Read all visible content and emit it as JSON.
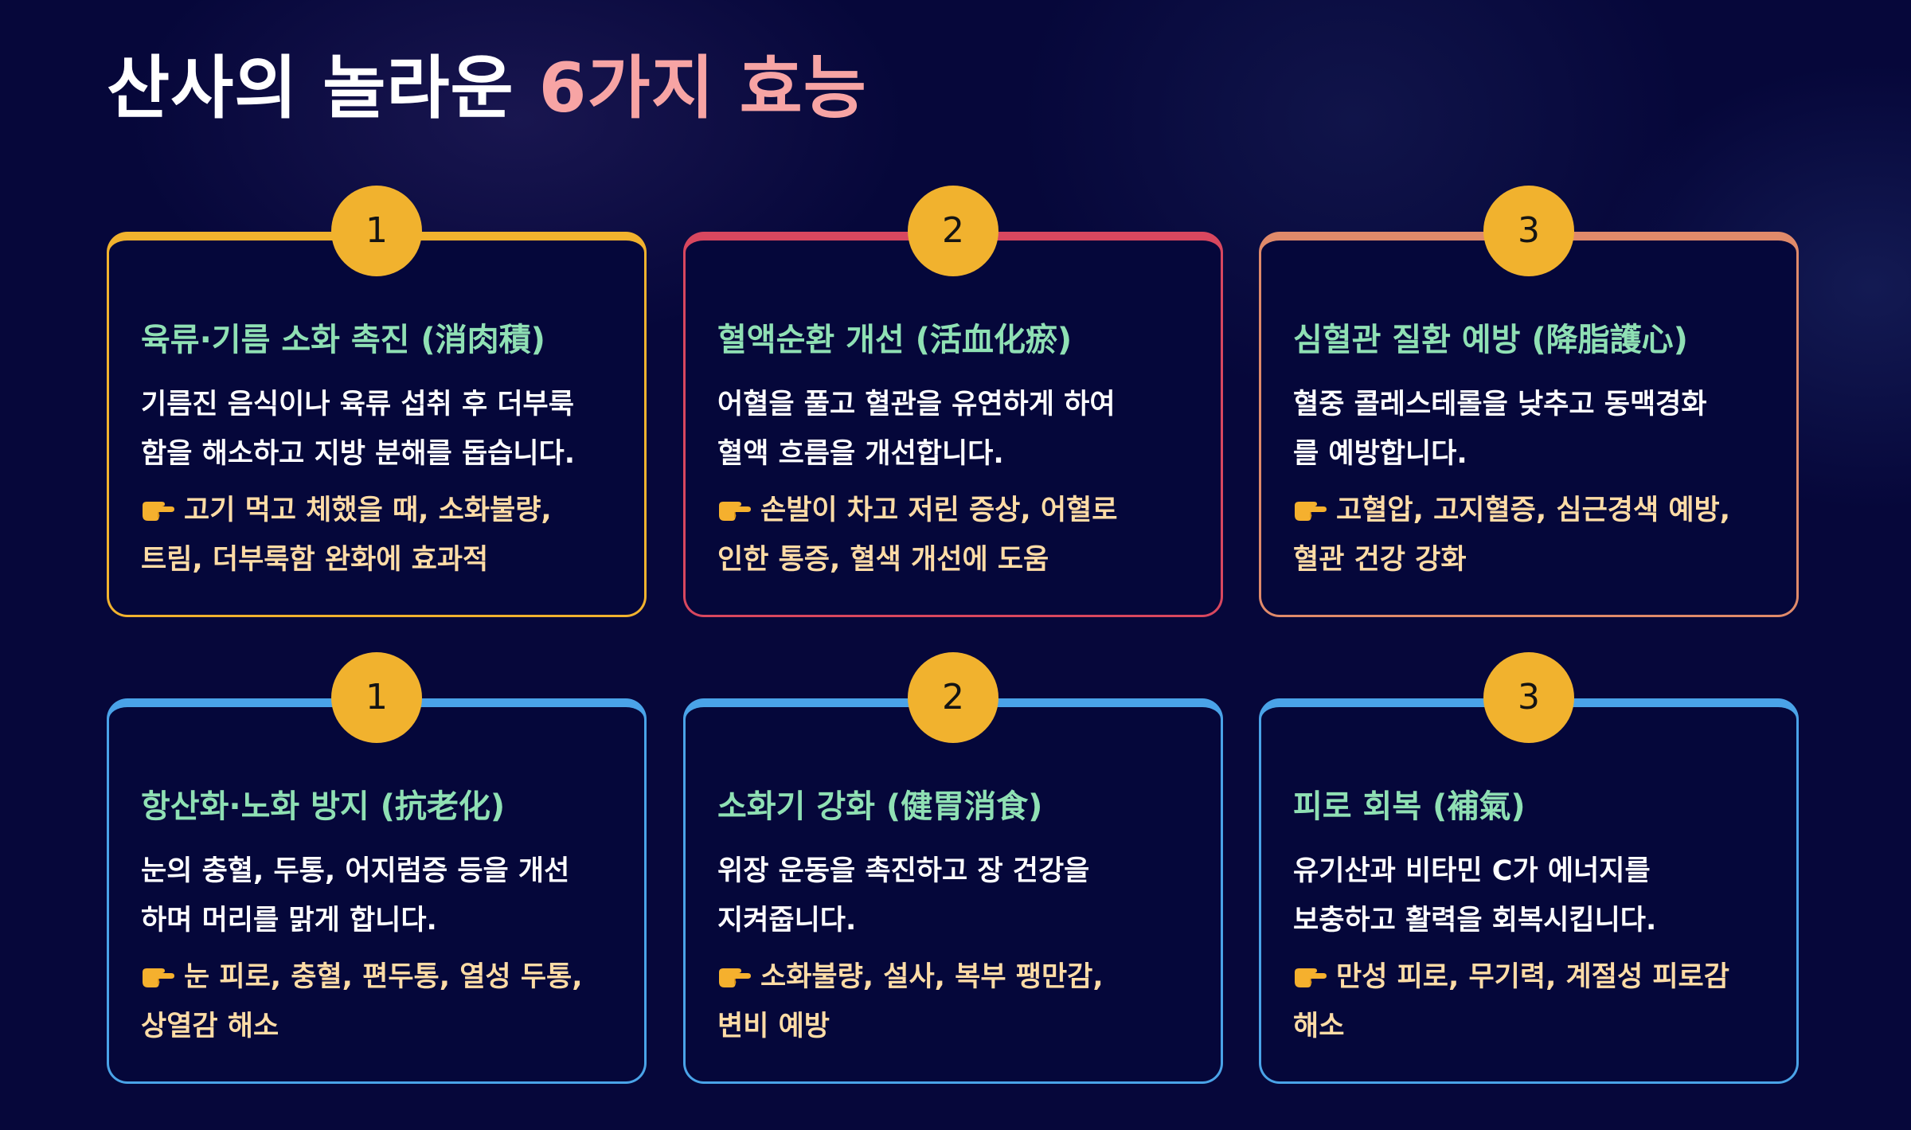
{
  "header": {
    "title_main": "산사의 놀라운",
    "title_accent": "6가지 효능"
  },
  "colors": {
    "background": "#06073a",
    "title_accent": "#f7a4a4",
    "badge": "#f1b22e",
    "card_title": "#8fe0b4",
    "tip_text": "#ffdca6"
  },
  "cards": [
    {
      "number": "1",
      "border_color": "#f1b22e",
      "title": "육류·기름 소화 촉진 (消肉積)",
      "desc_line1": "기름진 음식이나 육류 섭취 후 더부룩",
      "desc_line2": "함을 해소하고 지방 분해를 돕습니다.",
      "tip_icon": "pointing-hand-icon",
      "tip_line1": "고기 먹고 체했을 때, 소화불량,",
      "tip_line2": "트림, 더부룩함 완화에 효과적"
    },
    {
      "number": "2",
      "border_color": "#d8475f",
      "title": "혈액순환 개선 (活血化瘀)",
      "desc_line1": "어혈을 풀고 혈관을 유연하게 하여",
      "desc_line2": "혈액 흐름을 개선합니다.",
      "tip_icon": "pointing-hand-icon",
      "tip_line1": "손발이 차고 저린 증상, 어혈로",
      "tip_line2": "인한 통증, 혈색 개선에 도움"
    },
    {
      "number": "3",
      "border_color": "#e08a6a",
      "title": "심혈관 질환 예방 (降脂護心)",
      "desc_line1": "혈중 콜레스테롤을 낮추고 동맥경화",
      "desc_line2": "를 예방합니다.",
      "tip_icon": "pointing-hand-icon",
      "tip_line1": "고혈압, 고지혈증, 심근경색 예방,",
      "tip_line2": "혈관 건강 강화"
    },
    {
      "number": "1",
      "border_color": "#4aa3e8",
      "title": "항산화·노화 방지 (抗老化)",
      "desc_line1": "눈의 충혈, 두통, 어지럼증 등을 개선",
      "desc_line2": "하며 머리를 맑게 합니다.",
      "tip_icon": "pointing-hand-icon",
      "tip_line1": "눈 피로, 충혈, 편두통, 열성 두통,",
      "tip_line2": "상열감 해소"
    },
    {
      "number": "2",
      "border_color": "#4aa3e8",
      "title": "소화기 강화 (健胃消食)",
      "desc_line1": "위장 운동을 촉진하고 장 건강을",
      "desc_line2": "지켜줍니다.",
      "tip_icon": "pointing-hand-icon",
      "tip_line1": "소화불량, 설사, 복부 팽만감,",
      "tip_line2": "변비 예방"
    },
    {
      "number": "3",
      "border_color": "#4aa3e8",
      "title": "피로 회복 (補氣)",
      "desc_line1": "유기산과 비타민 C가 에너지를",
      "desc_line2": "보충하고 활력을 회복시킵니다.",
      "tip_icon": "pointing-hand-icon",
      "tip_line1": "만성 피로, 무기력, 계절성 피로감",
      "tip_line2": "해소"
    }
  ]
}
